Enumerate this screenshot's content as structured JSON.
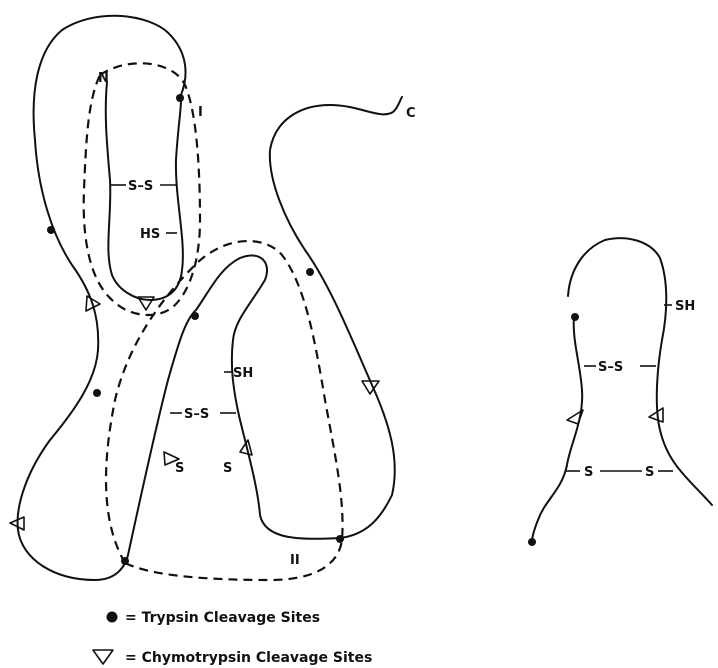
{
  "labels": {
    "n_term": "N",
    "c_term": "C",
    "domain_1": "I",
    "domain_2": "II",
    "ss_a": "S–S",
    "hs": "HS",
    "sh_a": "SH",
    "ss_b": "S–S",
    "s_left": "S",
    "s_right": "S",
    "fragment_sh": "SH",
    "fragment_ss": "S–S",
    "fragment_s_left": "S",
    "fragment_s_right": "S"
  },
  "legend": {
    "trypsin": "= Trypsin Cleavage Sites",
    "chymotrypsin": "= Chymotrypsin Cleavage Sites"
  }
}
